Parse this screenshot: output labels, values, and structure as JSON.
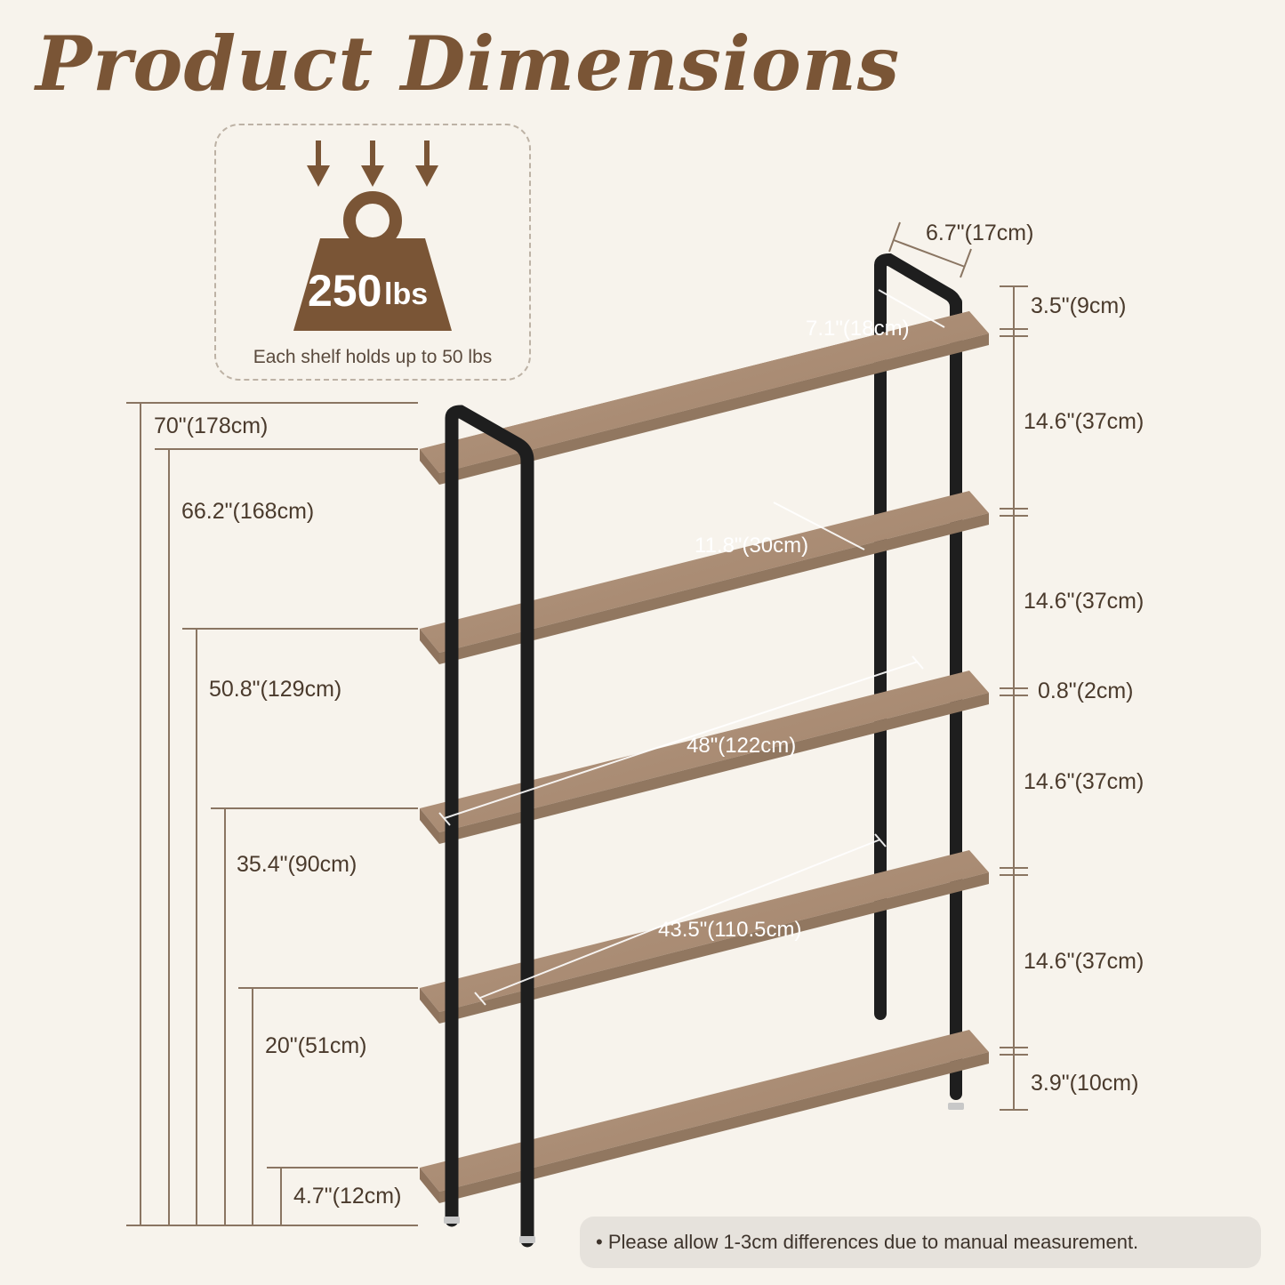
{
  "title": "Product Dimensions",
  "weight_badge": {
    "icon": "weight-icon",
    "number": "250",
    "unit": "lbs",
    "caption": "Each shelf holds up to 50 lbs"
  },
  "dimensions": {
    "total_height": "70\"(178cm)",
    "shelf5_height": "66.2\"(168cm)",
    "shelf4_height": "50.8\"(129cm)",
    "shelf3_height": "35.4\"(90cm)",
    "shelf2_height": "20\"(51cm)",
    "shelf1_height": "4.7\"(12cm)",
    "top_pipe_depth": "6.7\"(17cm)",
    "top_pipe_height": "3.5\"(9cm)",
    "top_shelf_depth": "7.1\"(18cm)",
    "gap_1": "14.6\"(37cm)",
    "gap_2": "14.6\"(37cm)",
    "board_thickness": "0.8\"(2cm)",
    "gap_3": "14.6\"(37cm)",
    "gap_4": "14.6\"(37cm)",
    "foot_height": "3.9\"(10cm)",
    "shelf_depth": "11.8\"(30cm)",
    "shelf_width": "48\"(122cm)",
    "inner_width": "43.5\"(110.5cm)"
  },
  "note": "• Please allow 1-3cm differences due to manual measurement.",
  "colors": {
    "title": "#7a5536",
    "wood": "#a88a72",
    "pipe": "#1e1e1e",
    "line": "#8a7562",
    "weight": "#7a5536"
  }
}
